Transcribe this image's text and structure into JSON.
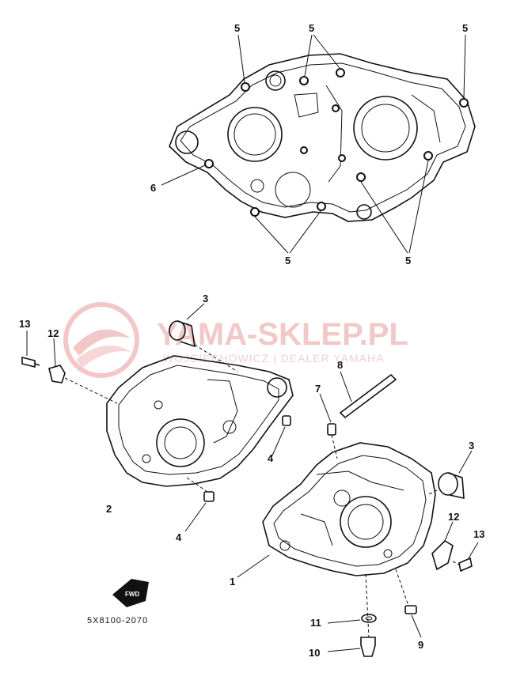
{
  "watermark": {
    "brand": "YAMA-SKLEP.PL",
    "subtitle": "WOJCIECHOWICZ | DEALER YAMAHA"
  },
  "diagram_code": "5X8100-2070",
  "fwd_label": "FWD",
  "callouts": {
    "c1": "1",
    "c2": "2",
    "c3a": "3",
    "c3b": "3",
    "c4a": "4",
    "c4b": "4",
    "c5a": "5",
    "c5b": "5",
    "c5c": "5",
    "c5d": "5",
    "c5e": "5",
    "c6": "6",
    "c7": "7",
    "c8": "8",
    "c9": "9",
    "c10": "10",
    "c11": "11",
    "c12a": "12",
    "c12b": "12",
    "c13a": "13",
    "c13b": "13"
  },
  "colors": {
    "ink": "#111111",
    "watermark": "#f1c9c9",
    "background": "#ffffff"
  }
}
